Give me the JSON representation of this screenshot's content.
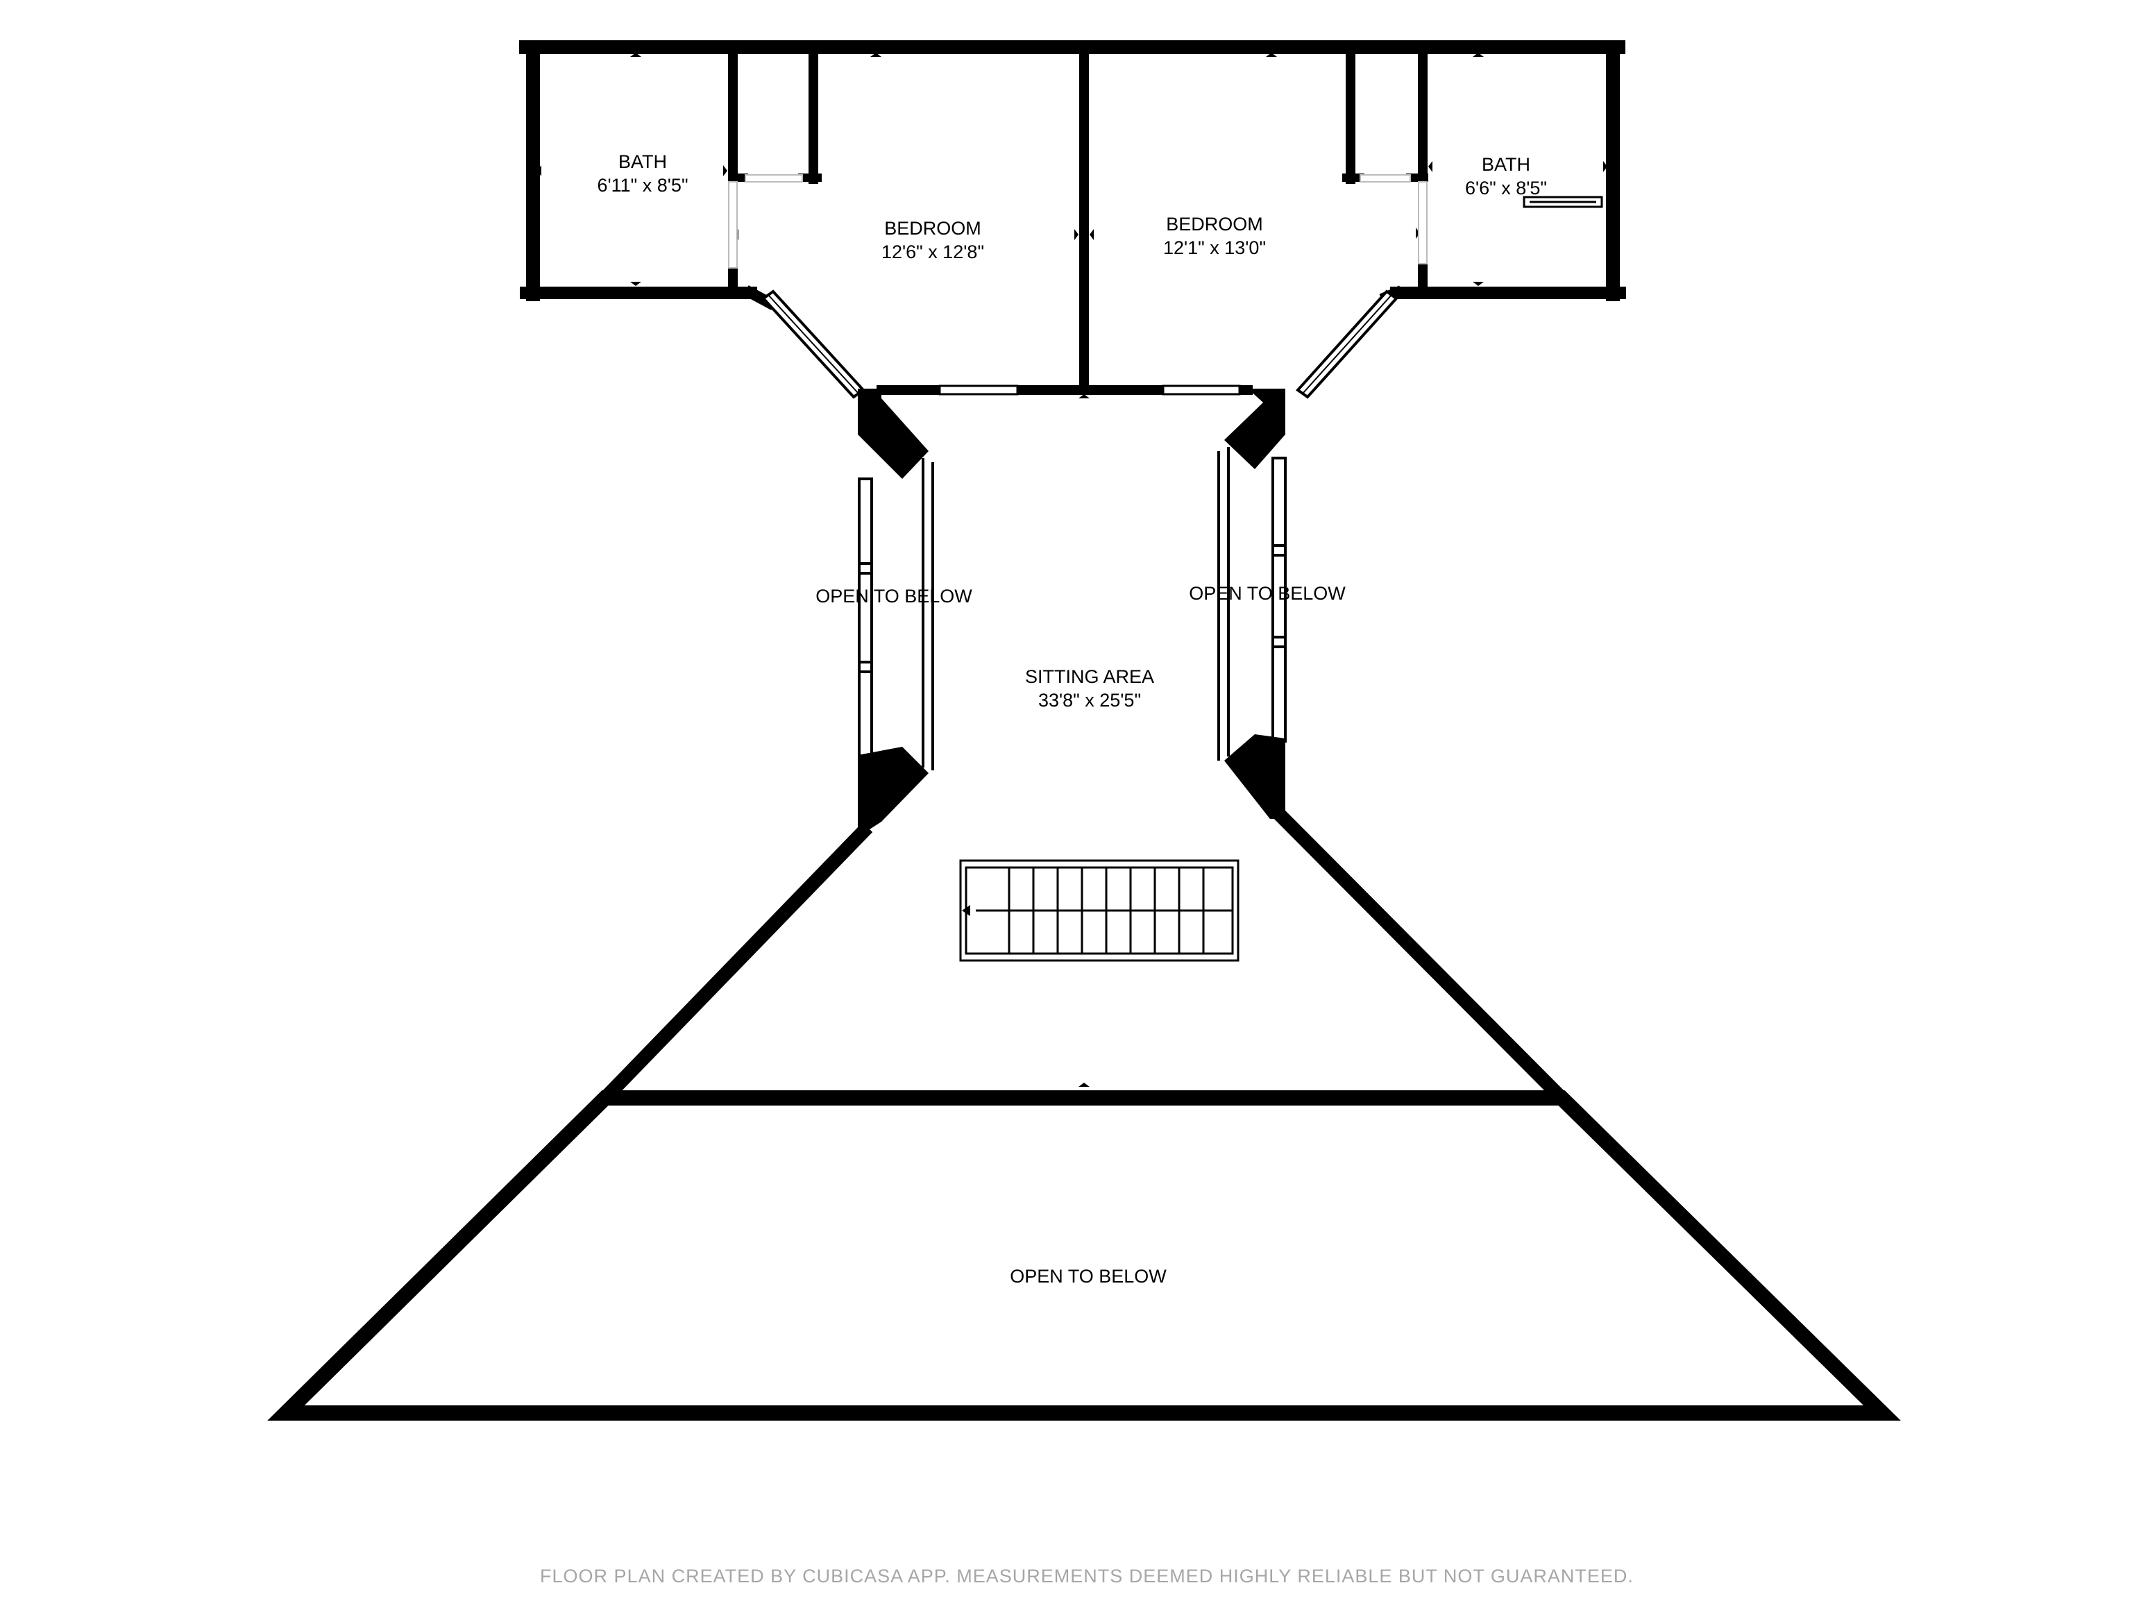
{
  "rooms": {
    "bath_left": {
      "name": "BATH",
      "dims": "6'11\" x 8'5\""
    },
    "bedroom_left": {
      "name": "BEDROOM",
      "dims": "12'6\" x 12'8\""
    },
    "bedroom_right": {
      "name": "BEDROOM",
      "dims": "12'1\" x 13'0\""
    },
    "bath_right": {
      "name": "BATH",
      "dims": "6'6\" x 8'5\""
    },
    "sitting_area": {
      "name": "SITTING AREA",
      "dims": "33'8\" x 25'5\""
    }
  },
  "open_areas": {
    "left": "OPEN TO BELOW",
    "right": "OPEN TO BELOW",
    "bottom": "OPEN TO BELOW"
  },
  "footer": "FLOOR PLAN CREATED BY CUBICASA APP. MEASUREMENTS DEEMED HIGHLY RELIABLE BUT NOT GUARANTEED.",
  "colors": {
    "wall": "#000000",
    "background": "#ffffff",
    "footer_text": "#a6a6a6"
  }
}
